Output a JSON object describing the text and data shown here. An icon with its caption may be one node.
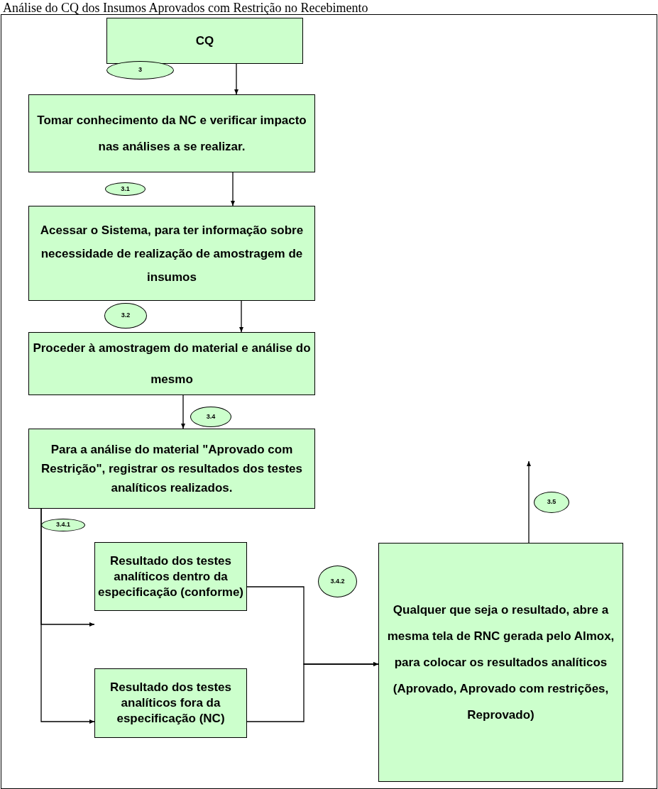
{
  "diagram": {
    "title": "Análise do CQ dos Insumos Aprovados com Restrição no Recebimento",
    "nodes": [
      {
        "text": [
          "CQ"
        ]
      },
      {
        "text": [
          "3"
        ]
      },
      {
        "text": [
          "Tomar conhecimento da NC e verificar impacto nas análises a se realizar."
        ]
      },
      {
        "text": [
          "3.1"
        ]
      },
      {
        "text": [
          "Acessar o Sistema, para ter informação sobre necessidade de realização de amostragem de insumos"
        ]
      },
      {
        "text": [
          "3.2"
        ]
      },
      {
        "text": [
          "Proceder à amostragem do material e análise do mesmo"
        ]
      },
      {
        "text": [
          "3.4"
        ]
      },
      {
        "text": [
          "Para a análise do material \"Aprovado com Restrição\", registrar os resultados dos testes analíticos realizados."
        ]
      },
      {
        "text": [
          "3.4.1"
        ]
      },
      {
        "text": [
          "Resultado dos testes analíticos dentro da especificação (conforme)"
        ]
      },
      {
        "text": [
          "3.4.2"
        ]
      },
      {
        "text": [
          "Resultado dos testes analíticos fora da especificação (NC)"
        ]
      },
      {
        "text": [
          "3.5"
        ]
      },
      {
        "text": [
          "Qualquer que seja o resultado, abre a mesma tela de RNC gerada pelo Almox, para colocar os resultados analíticos (Aprovado, Aprovado com restrições, Reprovado)"
        ]
      }
    ],
    "edges": [
      {
        "from": 0,
        "to": 2,
        "arrow": "to"
      },
      {
        "from": 2,
        "to": 4,
        "arrow": "to"
      },
      {
        "from": 4,
        "to": 6,
        "arrow": "to"
      },
      {
        "from": 6,
        "to": 8,
        "arrow": "to"
      },
      {
        "from": 8,
        "to": 10,
        "arrow": "to"
      },
      {
        "from": 8,
        "to": 12,
        "arrow": "to"
      },
      {
        "from": 10,
        "to": 14,
        "arrow": "to"
      },
      {
        "from": 12,
        "to": 14,
        "arrow": "to"
      },
      {
        "from": 14,
        "to": null,
        "arrow": "to"
      }
    ]
  }
}
